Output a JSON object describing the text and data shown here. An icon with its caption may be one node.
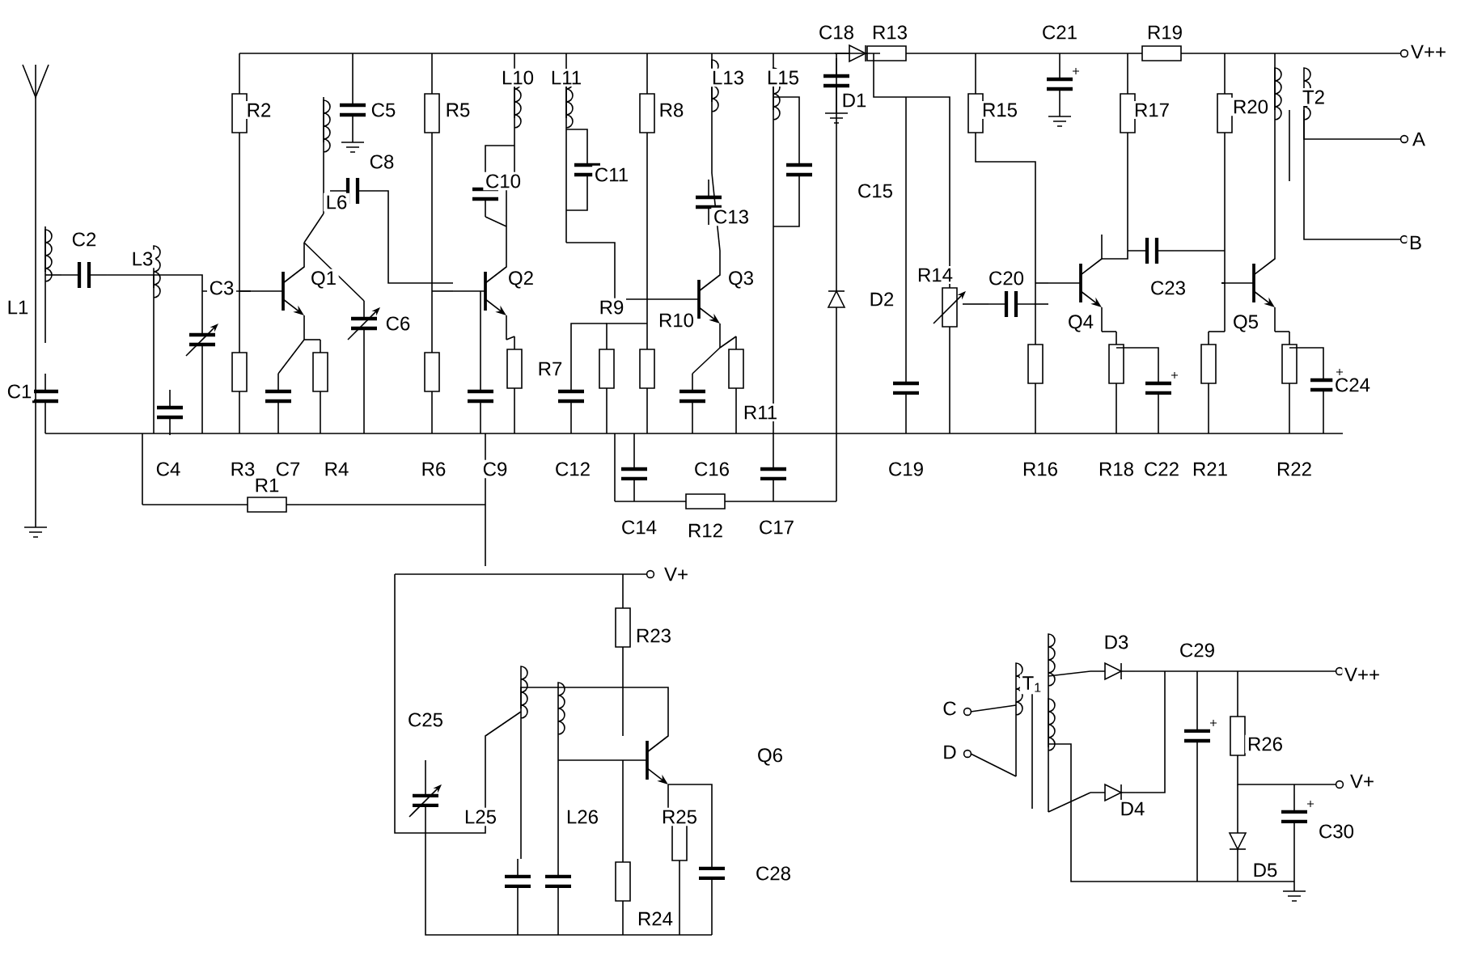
{
  "diagram": {
    "labels": [
      "R2",
      "C5",
      "R5",
      "L10",
      "L11",
      "R8",
      "L13",
      "L15",
      "C18",
      "R13",
      "C21",
      "R19",
      "V++",
      "D1",
      "R15",
      "R17",
      "R20",
      "T2",
      "A",
      "L6",
      "C8",
      "C10",
      "C11",
      "C13",
      "C15",
      "C2",
      "L3",
      "C3",
      "Q1",
      "C6",
      "Q2",
      "R9",
      "R10",
      "Q3",
      "R14",
      "C23",
      "B",
      "C20",
      "Q4",
      "Q5",
      "L1",
      "D2",
      "R7",
      "R11",
      "C1",
      "C24",
      "C4",
      "R3",
      "C7",
      "R4",
      "R6",
      "C9",
      "C12",
      "C16",
      "C19",
      "R16",
      "R18",
      "C22",
      "R21",
      "R22",
      "C14",
      "R12",
      "C17",
      "R1",
      "V+",
      "R23",
      "T$_{1}$",
      "D3",
      "C29",
      "V++",
      "C",
      "D",
      "C25",
      "Q6",
      "V+",
      "R26",
      "C30",
      "D4",
      "D5",
      "L25",
      "L26",
      "R25",
      "C28",
      "R24"
    ]
  }
}
